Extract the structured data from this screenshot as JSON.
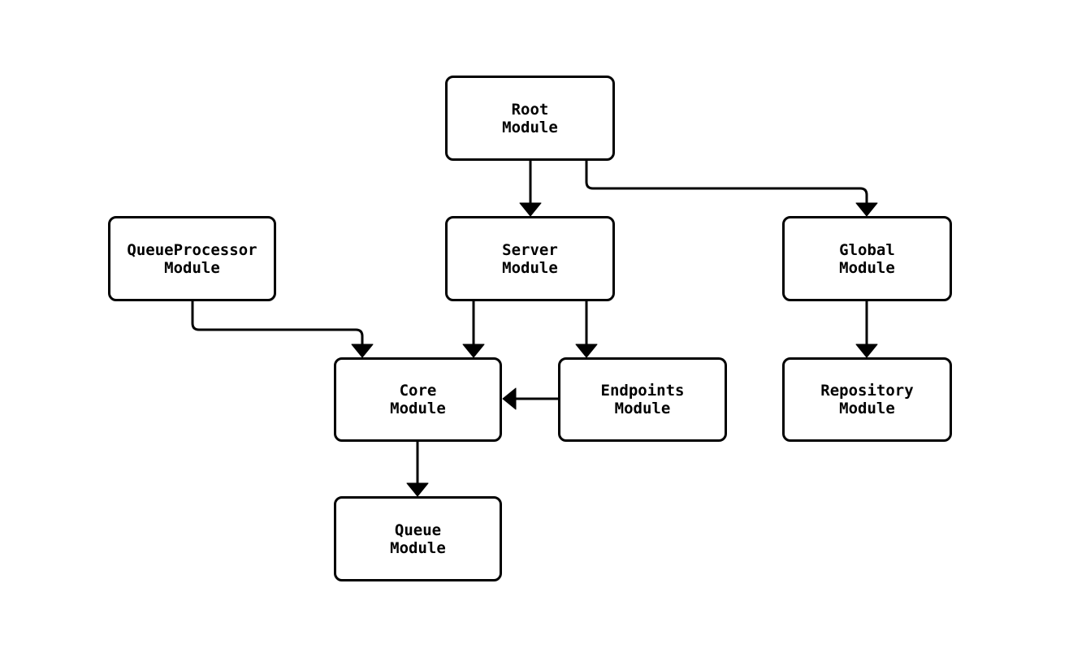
{
  "diagram": {
    "type": "flowchart",
    "background": "#ffffff",
    "node_fill": "#ffffff",
    "node_border_color": "#000000",
    "edge_color": "#000000",
    "nodes": {
      "root": {
        "label": "Root\nModule"
      },
      "queueprocessor": {
        "label": "QueueProcessor\nModule"
      },
      "server": {
        "label": "Server\nModule"
      },
      "global": {
        "label": "Global\nModule"
      },
      "core": {
        "label": "Core\nModule"
      },
      "endpoints": {
        "label": "Endpoints\nModule"
      },
      "repository": {
        "label": "Repository\nModule"
      },
      "queue": {
        "label": "Queue\nModule"
      }
    },
    "edges": [
      {
        "from": "root",
        "to": "server"
      },
      {
        "from": "root",
        "to": "global"
      },
      {
        "from": "queueprocessor",
        "to": "core"
      },
      {
        "from": "server",
        "to": "core"
      },
      {
        "from": "server",
        "to": "endpoints"
      },
      {
        "from": "endpoints",
        "to": "core"
      },
      {
        "from": "global",
        "to": "repository"
      },
      {
        "from": "core",
        "to": "queue"
      }
    ]
  }
}
